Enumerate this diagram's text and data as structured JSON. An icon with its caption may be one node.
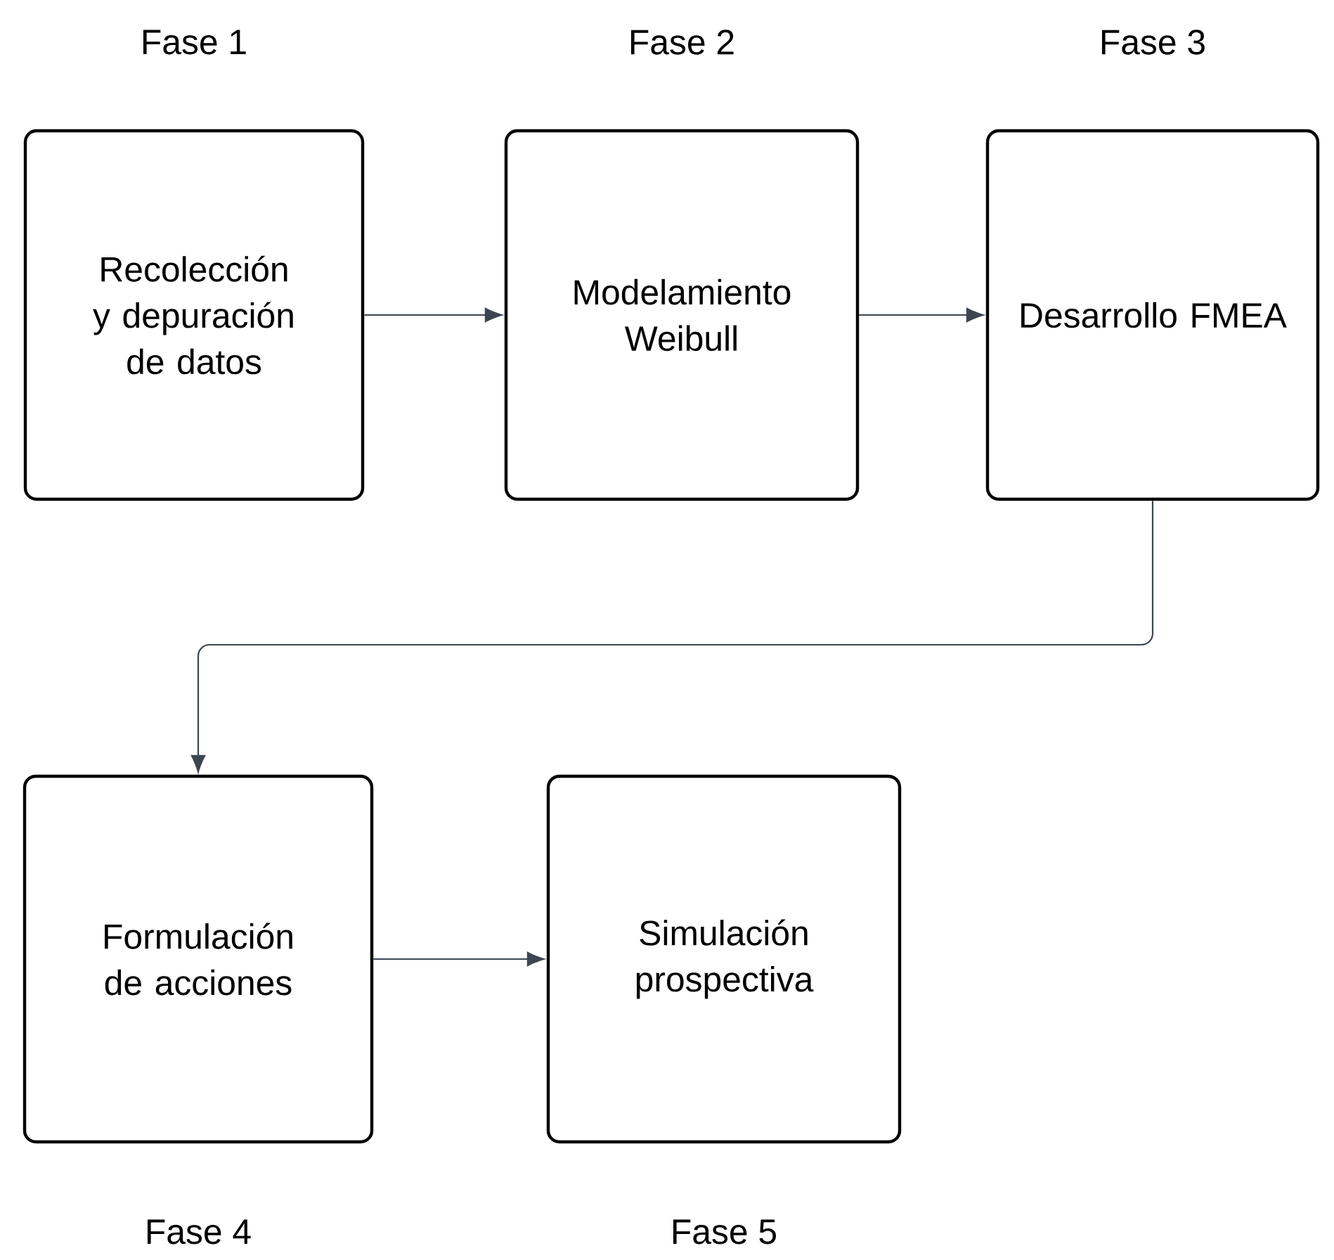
{
  "diagram": {
    "nodes": [
      {
        "text": [
          "Recolección y depuración de datos"
        ],
        "beside": [
          "Fase 1"
        ]
      },
      {
        "text": [
          "Modelamiento Weibull"
        ],
        "beside": [
          "Fase 2"
        ]
      },
      {
        "text": [
          "Desarrollo FMEA"
        ],
        "beside": [
          "Fase 3"
        ]
      },
      {
        "text": [
          "Formulación de acciones"
        ],
        "beside": [
          "Fase 4"
        ]
      },
      {
        "text": [
          "Simulación prospectiva"
        ],
        "beside": [
          "Fase 5"
        ]
      }
    ],
    "edges": [
      {
        "from": 0,
        "to": 1,
        "arrow": "to"
      },
      {
        "from": 1,
        "to": 2,
        "arrow": "to"
      },
      {
        "from": 2,
        "to": 3,
        "arrow": "to"
      },
      {
        "from": 3,
        "to": 4,
        "arrow": "to"
      }
    ]
  }
}
